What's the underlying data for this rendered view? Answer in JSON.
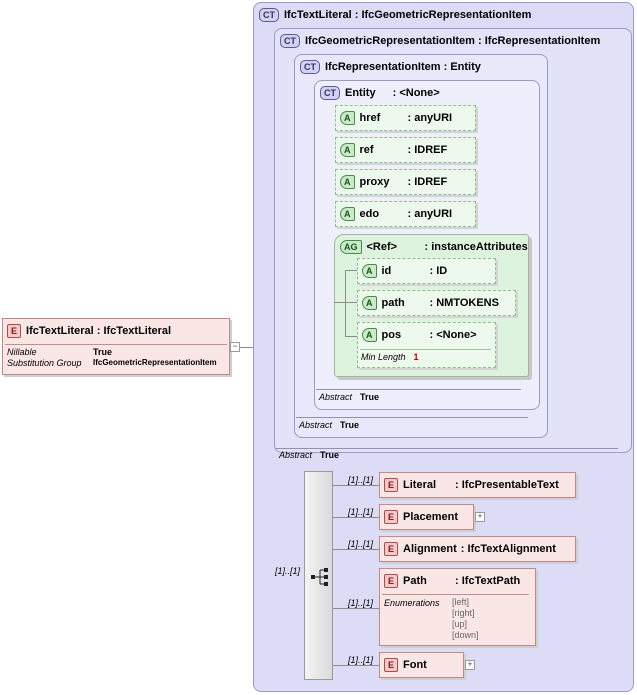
{
  "root_element": {
    "badge": "E",
    "name": "IfcTextLiteral",
    "type": ": IfcTextLiteral",
    "props": [
      {
        "key": "Nillable",
        "value": "True"
      },
      {
        "key": "Substitution Group",
        "value": "IfcGeometricRepresentationItem"
      }
    ],
    "collapse_symbol": "−"
  },
  "complex_types": [
    {
      "badge": "CT",
      "name": "IfcTextLiteral",
      "type": ": IfcGeometricRepresentationItem"
    },
    {
      "badge": "CT",
      "name": "IfcGeometricRepresentationItem",
      "type": ": IfcRepresentationItem",
      "abstract_label": "Abstract",
      "abstract_value": "True"
    },
    {
      "badge": "CT",
      "name": "IfcRepresentationItem",
      "type": ": Entity",
      "abstract_label": "Abstract",
      "abstract_value": "True"
    },
    {
      "badge": "CT",
      "name": "Entity",
      "type": ": <None>",
      "abstract_label": "Abstract",
      "abstract_value": "True"
    }
  ],
  "entity_attributes": [
    {
      "badge": "A",
      "name": "href",
      "type": ": anyURI"
    },
    {
      "badge": "A",
      "name": "ref",
      "type": ": IDREF"
    },
    {
      "badge": "A",
      "name": "proxy",
      "type": ": IDREF"
    },
    {
      "badge": "A",
      "name": "edo",
      "type": ": anyURI"
    }
  ],
  "attribute_group": {
    "badge": "AG",
    "name": "<Ref>",
    "type": ": instanceAttributes",
    "attributes": [
      {
        "badge": "A",
        "name": "id",
        "type": ": ID"
      },
      {
        "badge": "A",
        "name": "path",
        "type": ": NMTOKENS"
      },
      {
        "badge": "A",
        "name": "pos",
        "type": ": <None>",
        "min_length_label": "Min Length",
        "min_length_value": "1"
      }
    ]
  },
  "sequence": {
    "multiplicity": "[1]..[1]",
    "elements": [
      {
        "badge": "E",
        "name": "Literal",
        "type": ": IfcPresentableText",
        "multiplicity": "[1]..[1]"
      },
      {
        "badge": "E",
        "name": "Placement",
        "type": "",
        "multiplicity": "[1]..[1]",
        "expand_symbol": "+"
      },
      {
        "badge": "E",
        "name": "Alignment",
        "type": ": IfcTextAlignment",
        "multiplicity": "[1]..[1]"
      },
      {
        "badge": "E",
        "name": "Path",
        "type": ": IfcTextPath",
        "multiplicity": "[1]..[1]",
        "enum_label": "Enumerations",
        "enumerations": [
          "[left]",
          "[right]",
          "[up]",
          "[down]"
        ]
      },
      {
        "badge": "E",
        "name": "Font",
        "type": "",
        "multiplicity": "[1]..[1]",
        "expand_symbol": "+"
      }
    ]
  }
}
